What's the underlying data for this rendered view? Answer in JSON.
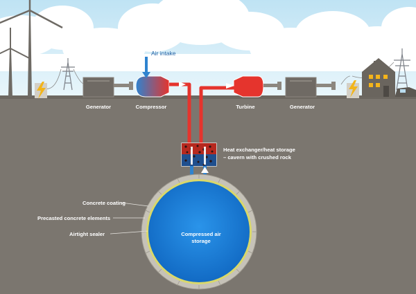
{
  "labels": {
    "air_intake": "Air intake",
    "generator_left": "Generator",
    "compressor": "Compressor",
    "turbine": "Turbine",
    "generator_right": "Generator",
    "heat_exchanger_line1": "Heat exchanger/heat storage",
    "heat_exchanger_line2": "– cavern with crushed rock",
    "concrete_coating": "Concrete coating",
    "precasted_elements": "Precasted concrete elements",
    "airtight_sealer": "Airtight sealer",
    "storage_line1": "Compressed air",
    "storage_line2": "storage"
  },
  "colors": {
    "sky": "#cfe9f6",
    "ground": "#7b766f",
    "hot_pipe": "#e5342d",
    "cold_pipe": "#2f83cf",
    "storage_fill": "#1e7fd9",
    "sealer": "#d9d86a",
    "concrete_ring": "#c6c2b8",
    "machine": "#6f6a64",
    "bolt": "#f2b51b"
  },
  "icons": [
    "wind-turbine-icon",
    "pylon-icon",
    "lightning-bolt-icon",
    "house-icon",
    "car-icon"
  ]
}
